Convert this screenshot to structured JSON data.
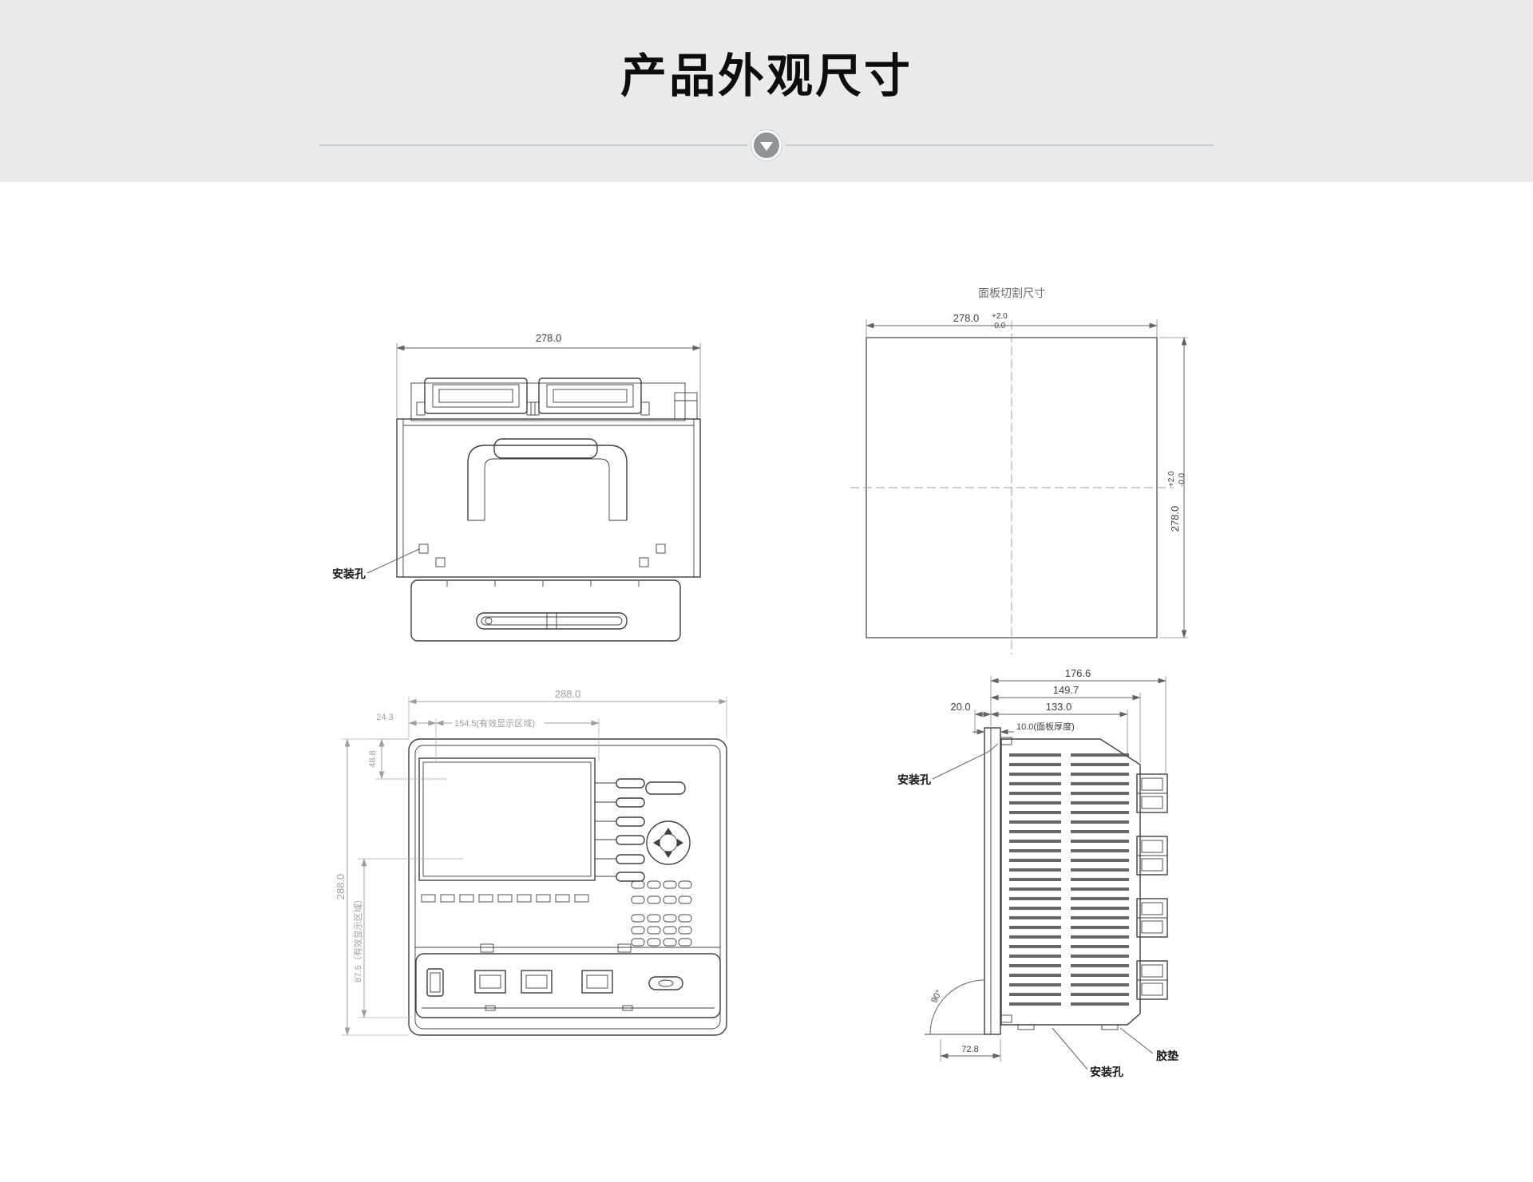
{
  "page": {
    "title": "产品外观尺寸"
  },
  "top_view": {
    "width_dim": "278.0",
    "mounting_hole_label": "安装孔"
  },
  "panel_cutout": {
    "title": "面板切割尺寸",
    "width_dim": "278.0",
    "width_tol_plus": "+2.0",
    "width_tol_minus": "-0.0",
    "height_dim": "278.0",
    "height_tol_plus": "+2.0",
    "height_tol_minus": "-0.0"
  },
  "front_view": {
    "width_dim": "288.0",
    "left_offset_dim": "24.3",
    "display_width_dim": "154.5(有效显示区域)",
    "screen_top_dim": "48.8",
    "height_dim": "288.0",
    "display_height_dim": "87.5（有效显示区域）"
  },
  "side_view": {
    "total_depth_dim": "176.6",
    "depth_dim_2": "149.7",
    "depth_dim_3": "133.0",
    "front_offset_dim": "20.0",
    "panel_thickness_dim": "10.0(面板厚度)",
    "angle_dim": "90°",
    "bottom_dim": "72.8",
    "mounting_hole_top_label": "安装孔",
    "mounting_hole_bottom_label": "安装孔",
    "rubber_pad_label": "胶垫"
  }
}
